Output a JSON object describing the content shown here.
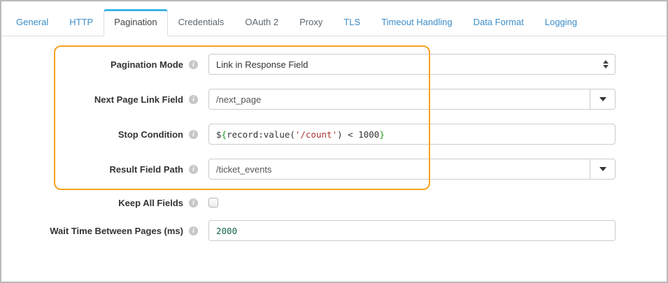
{
  "tabs": [
    {
      "label": "General",
      "state": "link"
    },
    {
      "label": "HTTP",
      "state": "link"
    },
    {
      "label": "Pagination",
      "state": "active"
    },
    {
      "label": "Credentials",
      "state": "muted"
    },
    {
      "label": "OAuth 2",
      "state": "muted"
    },
    {
      "label": "Proxy",
      "state": "muted"
    },
    {
      "label": "TLS",
      "state": "link"
    },
    {
      "label": "Timeout Handling",
      "state": "link"
    },
    {
      "label": "Data Format",
      "state": "link"
    },
    {
      "label": "Logging",
      "state": "link"
    }
  ],
  "form": {
    "rows": [
      {
        "label": "Pagination Mode",
        "control": "select",
        "value": "Link in Response Field"
      },
      {
        "label": "Next Page Link Field",
        "control": "combo",
        "value": "/next_page"
      },
      {
        "label": "Stop Condition",
        "control": "code",
        "value": "${record:value('/count') < 1000}",
        "segments": [
          {
            "t": "$",
            "c": "plain"
          },
          {
            "t": "{",
            "c": "bracket"
          },
          {
            "t": "record:value(",
            "c": "plain"
          },
          {
            "t": "'/count'",
            "c": "string"
          },
          {
            "t": ")",
            "c": "plain"
          },
          {
            "t": " < 1000",
            "c": "plain"
          },
          {
            "t": "}",
            "c": "bracket"
          }
        ]
      },
      {
        "label": "Result Field Path",
        "control": "combo",
        "value": "/ticket_events"
      },
      {
        "label": "Keep All Fields",
        "control": "checkbox",
        "checked": false
      },
      {
        "label": "Wait Time Between Pages (ms)",
        "control": "number",
        "value": "2000"
      }
    ]
  },
  "colors": {
    "highlight_border": "#f6a21e",
    "active_tab_bar": "#3cb4e7",
    "tab_link": "#3d8ec9"
  },
  "icons": {
    "info": "i",
    "select_stepper": "up-down-arrows",
    "dropdown_caret": "down-caret"
  }
}
